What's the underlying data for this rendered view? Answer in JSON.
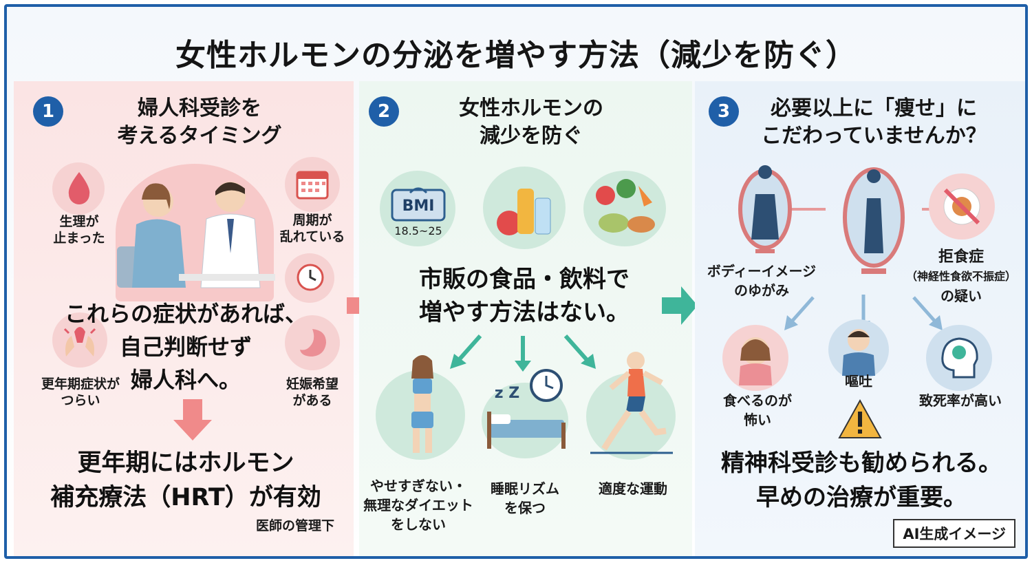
{
  "title": "女性ホルモンの分泌を増やす方法（減少を防ぐ）",
  "panel1": {
    "number": "1",
    "title_line1": "婦人科受診を",
    "title_line2": "考えるタイミング",
    "symptoms": [
      {
        "line1": "生理が",
        "line2": "止まった",
        "icon": "blood-drop-icon"
      },
      {
        "line1": "周期が",
        "line2": "乱れている",
        "icon": "calendar-icon"
      },
      {
        "line1": "更年期症状が",
        "line2": "つらい",
        "icon": "hot-flash-icon"
      },
      {
        "line1": "妊娠希望",
        "line2": "がある",
        "icon": "uterus-icon"
      }
    ],
    "message_line1": "これらの症状があれば、",
    "message_line2": "自己判断せず",
    "message_line3": "婦人科へ。",
    "hrt_line1": "更年期にはホルモン",
    "hrt_line2": "補充療法（HRT）が有効",
    "hrt_note": "医師の管理下"
  },
  "panel2": {
    "number": "2",
    "title_line1": "女性ホルモンの",
    "title_line2": "減少を防ぐ",
    "bmi_label": "BMI",
    "bmi_range": "18.5~25",
    "message_line1": "市販の食品・飲料で",
    "message_line2": "増やす方法はない。",
    "tips": [
      {
        "line1": "やせすぎない・",
        "line2": "無理なダイエット",
        "line3": "をしない"
      },
      {
        "line1": "睡眠リズム",
        "line2": "を保つ"
      },
      {
        "line1": "適度な運動"
      }
    ],
    "zzz": "z Z"
  },
  "panel3": {
    "number": "3",
    "title_line1": "必要以上に「痩せ」に",
    "title_line2": "こだわっていませんか？",
    "body_image_line1": "ボディーイメージ",
    "body_image_line2": "のゆがみ",
    "anorexia_line1": "拒食症",
    "anorexia_line2": "（神経性食欲不振症）",
    "anorexia_line3": "の疑い",
    "effects": [
      {
        "line1": "食べるのが",
        "line2": "怖い"
      },
      {
        "line1": "嘔吐"
      },
      {
        "line1": "致死率が高い"
      }
    ],
    "message_line1": "精神科受診も勧められる。",
    "message_line2": "早めの治療が重要。"
  },
  "badge": "AI生成イメージ",
  "colors": {
    "accent": "#1f5fa8",
    "pink_panel": "#fbe4e4",
    "green_panel": "#edf7f1",
    "blue_panel": "#e9f1f9",
    "pink_arrow": "#f08a8a",
    "green_arrow": "#3fb59a"
  }
}
